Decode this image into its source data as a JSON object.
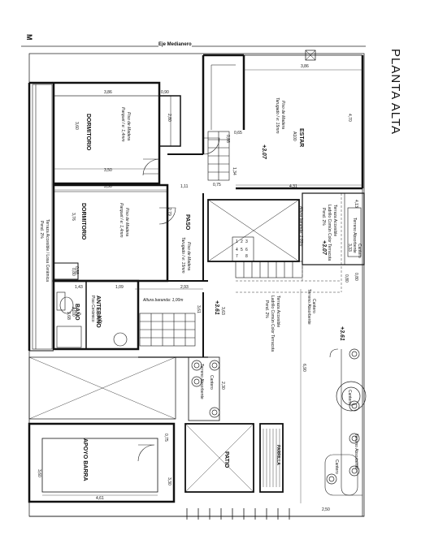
{
  "sheet": {
    "title": "PLANTA ALTA",
    "party_wall": "Eje Medianero",
    "corner_mark": "M"
  },
  "rooms": {
    "dormitorio_1": {
      "name": "DORMITORIO",
      "area": "3,60",
      "finish_1": "Piso de Madera",
      "finish_2": "Parquet / e: 1,4mm"
    },
    "dormitorio_2": {
      "name": "DORMITORIO",
      "area": "3,76",
      "finish_1": "Piso de Madera",
      "finish_2": "Parquet / e: 1,4mm"
    },
    "estar": {
      "name": "ESTAR",
      "code": "A100",
      "finish_1": "Piso de Madera",
      "finish_2": "Tarugado / e: 15mm",
      "level": "+3.07"
    },
    "paso": {
      "name": "PASO",
      "finish_1": "Piso de Madera",
      "finish_2": "Tarugado / e: 15mm",
      "level": "+3.61"
    },
    "antebano": {
      "name": "ANTEBAÑO",
      "finish": "Piso Cerámico",
      "code": "A100"
    },
    "bano": {
      "name": "BAÑO",
      "code": "A100",
      "area": "3,68"
    },
    "terraza_1": {
      "line_1": "Terraza Accesible / Losa Cerámica",
      "line_2": "Pend. 2%"
    },
    "terraza_2": {
      "line_1": "Terraza Accesible",
      "line_2": "Ladrillo Común Color Terracota",
      "line_3": "Pend. 2%",
      "level": "+3.07"
    },
    "terraza_3": {
      "line_1": "Terraza Accesible",
      "line_2": "Ladrillo Común Color Terracota",
      "line_3": "Pend. 2%",
      "level": "+3.61"
    },
    "patio": {
      "name": "PATIO"
    },
    "parrilla": {
      "name": "PARRILLA"
    },
    "apoyo_barra": {
      "name": "APOYO BARRA"
    }
  },
  "annotations": {
    "baranda_1": "Altura baranda: 1,00m",
    "baranda_2": "Altura baranda: 1,00m",
    "cantero": "Cantero",
    "terreno_absorbente": "Terreno Absorbente"
  },
  "dimensions": {
    "d1": "3,86",
    "d2": "0,90",
    "d3": "3,86",
    "d4": "4,70",
    "d5": "2,80",
    "d6": "3,50",
    "d7": "1,11",
    "d8": "0,75",
    "d9": "4,31",
    "d10": "3,50",
    "d11": "2,79",
    "d12": "0,88",
    "d13": "1,43",
    "d14": "1,09",
    "d15": "2,93",
    "d16": "3,61",
    "d17": "0,65",
    "d18": "1,34",
    "d19": "0,88",
    "d20": "2,30",
    "d21": "6,90",
    "d22": "4,13",
    "d23": "0,80",
    "d24": "4,61",
    "d25": "3,60",
    "d26": "3,30",
    "d27": "2,50",
    "d28": "0,75",
    "d29": "3,63",
    "d30": "0,80",
    "d31": "0,80",
    "d32": "3,33"
  },
  "stair_numbers": [
    "1",
    "2",
    "3",
    "4",
    "5",
    "6",
    "7",
    "8"
  ]
}
